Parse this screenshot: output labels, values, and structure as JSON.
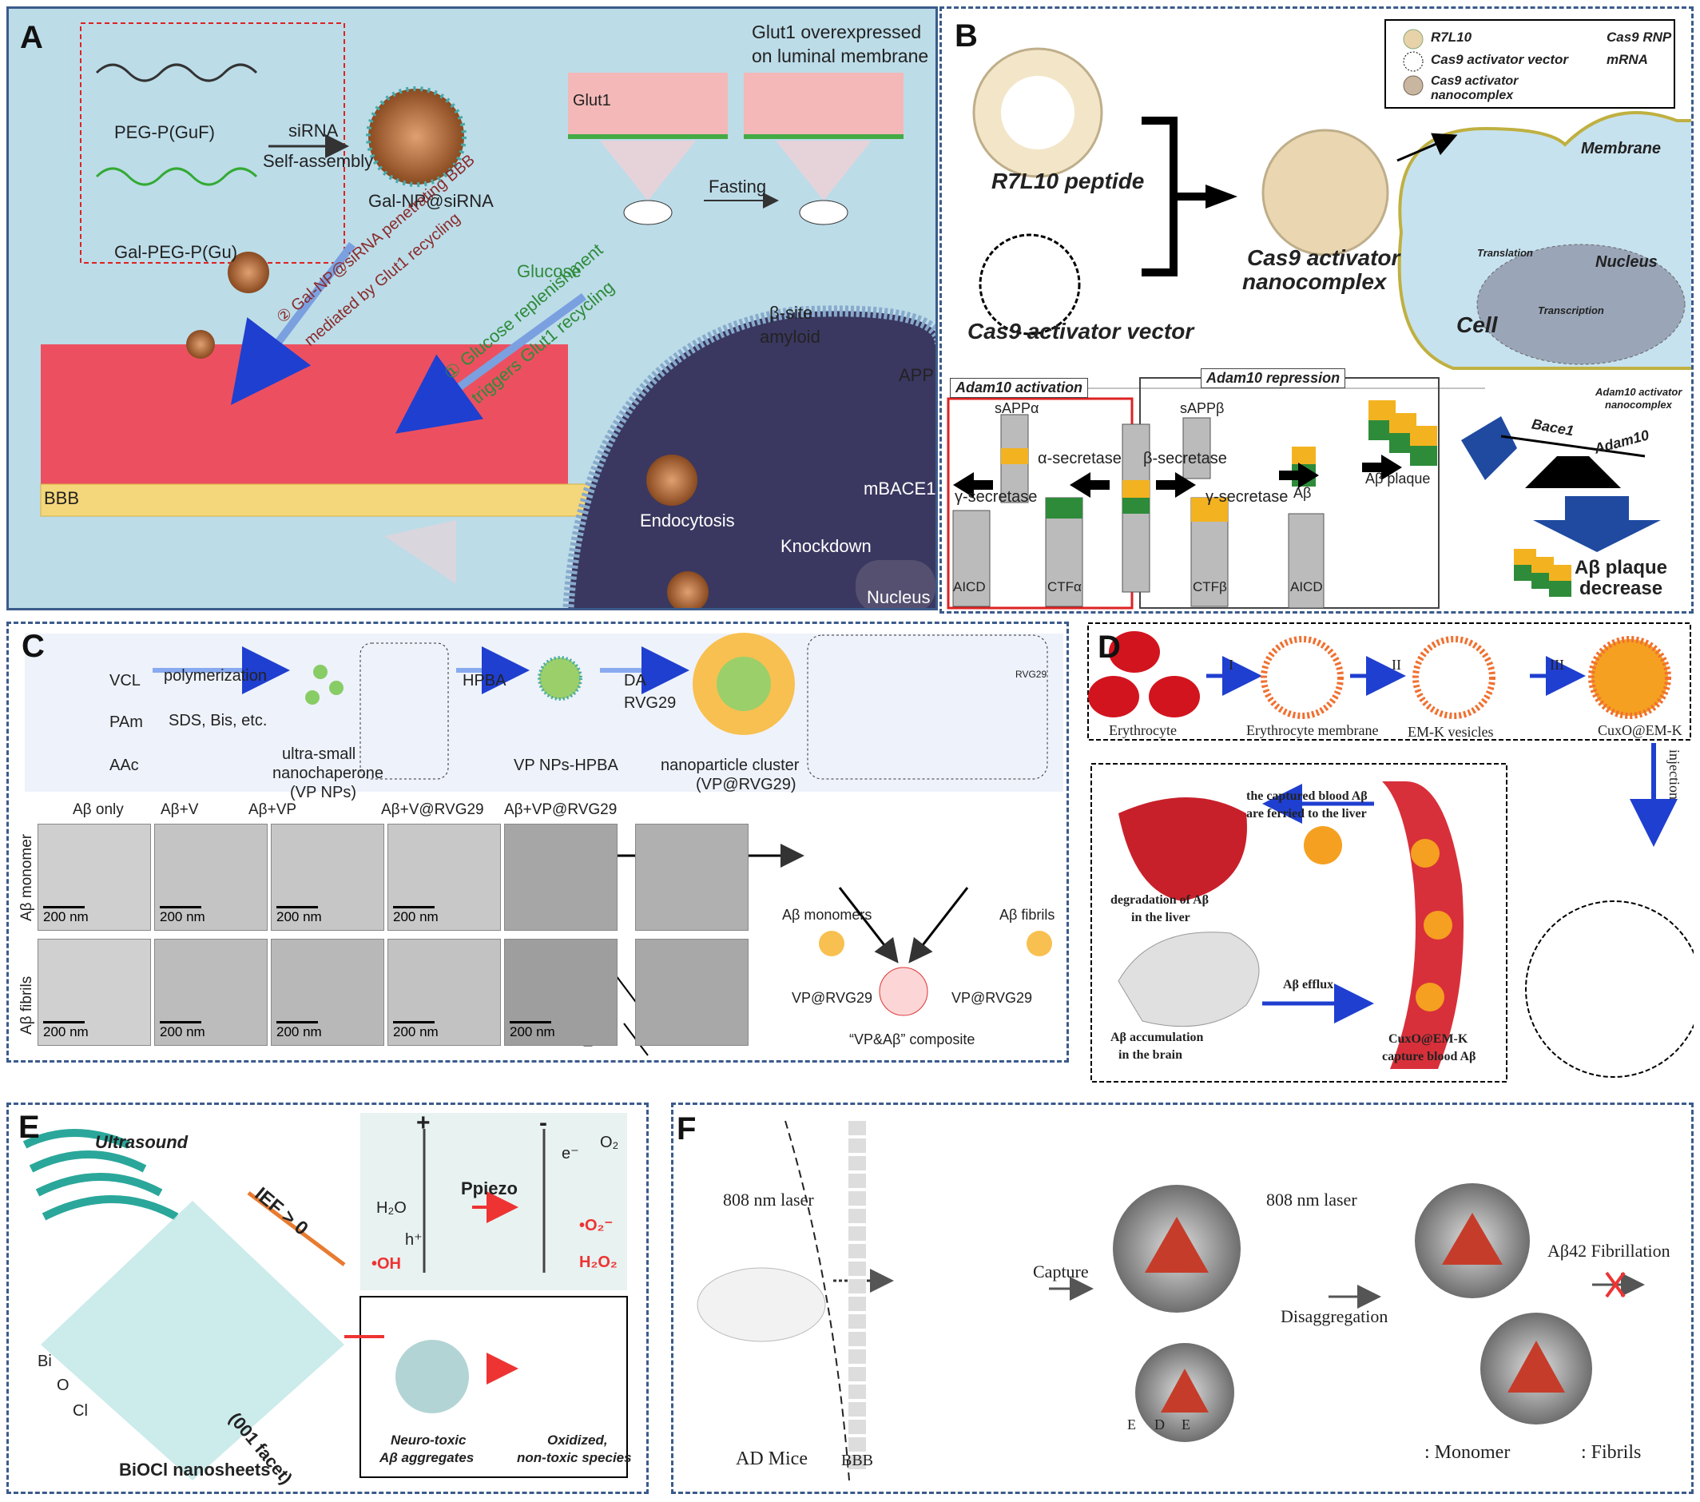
{
  "panels": {
    "A": {
      "letter": "A",
      "polymer1": "PEG-P(GuF)",
      "polymer2": "Gal-PEG-P(Gu)",
      "sirna": "siRNA",
      "self_assembly": "Self-assembly",
      "np": "Gal-NP@siRNA",
      "glut_title_1": "Glut1 overexpressed",
      "glut_title_2": "on luminal membrane",
      "glut1": "Glut1",
      "fasting": "Fasting",
      "glucose": "Glucose",
      "step2_1": "② Gal-NP@siRNA penetrating BBB",
      "step2_2": "mediated by Glut1 recycling",
      "step1_1": "① Glucose replenishment",
      "step1_2": "triggers Glut1 recycling",
      "bbb": "BBB",
      "beta_site_1": "β-site",
      "beta_site_2": "amyloid",
      "app": "APP",
      "mbace1": "mBACE1",
      "endocytosis": "Endocytosis",
      "knockdown": "Knockdown",
      "nucleus": "Nucleus"
    },
    "B": {
      "letter": "B",
      "legend_r7l10": "R7L10",
      "legend_vector": "Cas9 activator vector",
      "legend_nano_1": "Cas9 activator",
      "legend_nano_2": "nanocomplex",
      "legend_rnp": "Cas9 RNP",
      "legend_mrna": "mRNA",
      "r7l10_peptide": "R7L10 peptide",
      "vector": "Cas9 activator vector",
      "nano_1": "Cas9 activator",
      "nano_2": "nanocomplex",
      "membrane": "Membrane",
      "nucleus": "Nucleus",
      "translation": "Translation",
      "transcription": "Transcription",
      "cell": "Cell",
      "activation": "Adam10 activation",
      "repression": "Adam10 repression",
      "sappa": "sAPPα",
      "sappb": "sAPPβ",
      "alpha_sec": "α-secretase",
      "beta_sec": "β-secretase",
      "gamma_sec_1": "γ-secretase",
      "gamma_sec_2": "γ-secretase",
      "ab": "Aβ",
      "ab_plaque": "Aβ plaque",
      "aicd_1": "AICD",
      "ctfa": "CTFα",
      "ctfb": "CTFβ",
      "aicd_2": "AICD",
      "balance_nano_1": "Adam10 activator",
      "balance_nano_2": "nanocomplex",
      "bace1": "Bace1",
      "adam10": "Adam10",
      "decrease_1": "Aβ plaque",
      "decrease_2": "decrease"
    },
    "C": {
      "letter": "C",
      "vcl": "VCL",
      "pam": "PAm",
      "aac": "AAc",
      "polymerization": "polymerization",
      "reagents": "SDS, Bis, etc.",
      "np_1": "ultra-small",
      "np_2": "nanochaperone",
      "np_3": "(VP NPs)",
      "hpba": "HPBA",
      "vp_hpba": "VP NPs-HPBA",
      "da": "DA",
      "rvg29": "RVG29",
      "cluster_1": "nanoparticle cluster",
      "cluster_2": "(VP@RVG29)",
      "chem_label": "RVG29",
      "col_labels": [
        "Aβ only",
        "Aβ+V",
        "Aβ+VP",
        "Aβ+V@RVG29",
        "Aβ+VP@RVG29"
      ],
      "row_labels": [
        "Aβ monomer",
        "Aβ fibrils"
      ],
      "scale": "200 nm",
      "ab_monomers": "Aβ monomers",
      "ab_fibrils": "Aβ fibrils",
      "vp_rvg_1": "VP@RVG29",
      "vp_rvg_2": "VP@RVG29",
      "composite": "“VP&Aβ” composite"
    },
    "D": {
      "letter": "D",
      "erythrocyte": "Erythrocyte",
      "membrane": "Erythrocyte membrane",
      "vesicles": "EM-K vesicles",
      "cuxo": "CuxO@EM-K",
      "step_i": "I",
      "step_ii": "II",
      "step_iii": "III",
      "injection": "injection",
      "ferried_1": "the captured blood Aβ",
      "ferried_2": "are ferried to the liver",
      "degradation_1": "degradation of Aβ",
      "degradation_2": "in the liver",
      "efflux": "Aβ efflux",
      "accum_1": "Aβ accumulation",
      "accum_2": "in the brain",
      "capture_1": "CuxO@EM-K",
      "capture_2": "capture blood Aβ"
    },
    "E": {
      "letter": "E",
      "ultrasound": "Ultrasound",
      "ief": "IEF > 0",
      "facet": "(001 facet)",
      "nanosheets": "BiOCl nanosheets",
      "bi": "Bi",
      "o": "O",
      "cl": "Cl",
      "plus": "+",
      "minus": "-",
      "h2o": "H₂O",
      "oh": "•OH",
      "hplus": "h⁺",
      "ppiezo": "Ppiezo",
      "eminus": "e⁻",
      "o2": "O₂",
      "o2rad": "•O₂⁻",
      "h2o2": "H₂O₂",
      "neuro_1": "Neuro-toxic",
      "neuro_2": "Aβ aggregates",
      "oxid_1": "Oxidized,",
      "oxid_2": "non-toxic species"
    },
    "F": {
      "letter": "F",
      "laser_1": "808 nm laser",
      "laser_2": "808 nm laser",
      "capture": "Capture",
      "disaggregation": "Disaggregation",
      "fibrillation": "Aβ42 Fibrillation",
      "ad_mice": "AD Mice",
      "bbb": "BBB",
      "e1": "E",
      "d": "D",
      "e2": "E",
      "monomer": ": Monomer",
      "fibrils": ": Fibrils"
    }
  },
  "colors": {
    "frame": "#3b5b8c",
    "bbb_red": "#e8454f",
    "glucose_green": "#2e8b3a",
    "arrow_blue": "#1f3fd0",
    "bg_blue": "#bcdce8"
  }
}
